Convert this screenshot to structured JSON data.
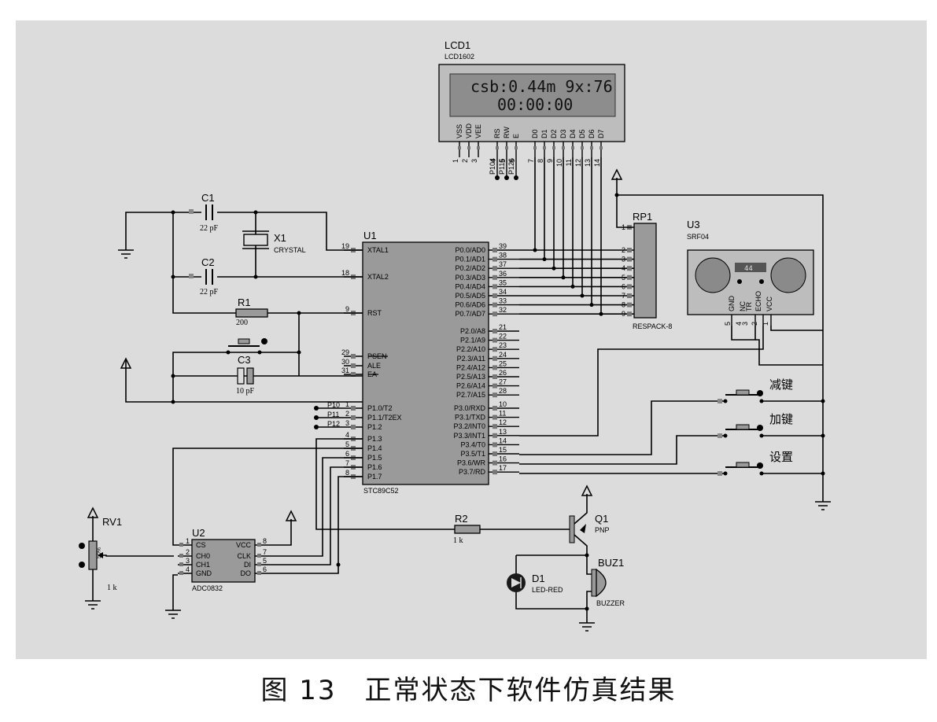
{
  "caption": "图 13　正常状态下软件仿真结果",
  "colors": {
    "canvas_bg": "#dcdcdc",
    "chip_fill": "#9a9a9a",
    "lcd_screen": "#8d8d8d",
    "wire": "#000000"
  },
  "lcd": {
    "ref": "LCD1",
    "model": "LCD1602",
    "line1": "csb:0.44m 9x:76",
    "line2": "00:00:00",
    "pins": [
      "VSS",
      "VDD",
      "VEE",
      "RS",
      "RW",
      "E",
      "D0",
      "D1",
      "D2",
      "D3",
      "D4",
      "D5",
      "D6",
      "D7"
    ],
    "pin_numbers": [
      "1",
      "2",
      "3",
      "4",
      "5",
      "6",
      "7",
      "8",
      "9",
      "10",
      "11",
      "12",
      "13",
      "14"
    ],
    "net_labels": [
      "P104",
      "P115",
      "P126"
    ]
  },
  "u1": {
    "ref": "U1",
    "model": "STC89C52",
    "left_pins": [
      {
        "num": "19",
        "name": "XTAL1"
      },
      {
        "num": "18",
        "name": "XTAL2"
      },
      {
        "num": "9",
        "name": "RST"
      },
      {
        "num": "29",
        "name": "PSEN"
      },
      {
        "num": "30",
        "name": "ALE"
      },
      {
        "num": "31",
        "name": "EA"
      },
      {
        "num": "1",
        "name": "P1.0/T2",
        "net": "P10"
      },
      {
        "num": "2",
        "name": "P1.1/T2EX",
        "net": "P11"
      },
      {
        "num": "3",
        "name": "P1.2",
        "net": "P12"
      },
      {
        "num": "4",
        "name": "P1.3"
      },
      {
        "num": "5",
        "name": "P1.4"
      },
      {
        "num": "6",
        "name": "P1.5"
      },
      {
        "num": "7",
        "name": "P1.6"
      },
      {
        "num": "8",
        "name": "P1.7"
      }
    ],
    "right_pins_p0": [
      {
        "num": "39",
        "name": "P0.0/AD0"
      },
      {
        "num": "38",
        "name": "P0.1/AD1"
      },
      {
        "num": "37",
        "name": "P0.2/AD2"
      },
      {
        "num": "36",
        "name": "P0.3/AD3"
      },
      {
        "num": "35",
        "name": "P0.4/AD4"
      },
      {
        "num": "34",
        "name": "P0.5/AD5"
      },
      {
        "num": "33",
        "name": "P0.6/AD6"
      },
      {
        "num": "32",
        "name": "P0.7/AD7"
      }
    ],
    "right_pins_p2": [
      {
        "num": "21",
        "name": "P2.0/A8"
      },
      {
        "num": "22",
        "name": "P2.1/A9"
      },
      {
        "num": "23",
        "name": "P2.2/A10"
      },
      {
        "num": "24",
        "name": "P2.3/A11"
      },
      {
        "num": "25",
        "name": "P2.4/A12"
      },
      {
        "num": "26",
        "name": "P2.5/A13"
      },
      {
        "num": "27",
        "name": "P2.6/A14"
      },
      {
        "num": "28",
        "name": "P2.7/A15"
      }
    ],
    "right_pins_p3": [
      {
        "num": "10",
        "name": "P3.0/RXD"
      },
      {
        "num": "11",
        "name": "P3.1/TXD"
      },
      {
        "num": "12",
        "name": "P3.2/INT0"
      },
      {
        "num": "13",
        "name": "P3.3/INT1"
      },
      {
        "num": "14",
        "name": "P3.4/T0"
      },
      {
        "num": "15",
        "name": "P3.5/T1"
      },
      {
        "num": "16",
        "name": "P3.6/WR"
      },
      {
        "num": "17",
        "name": "P3.7/RD"
      }
    ]
  },
  "c1": {
    "ref": "C1",
    "value": "22 pF"
  },
  "c2": {
    "ref": "C2",
    "value": "22 pF"
  },
  "x1": {
    "ref": "X1",
    "value": "CRYSTAL"
  },
  "r1": {
    "ref": "R1",
    "value": "200"
  },
  "c3": {
    "ref": "C3",
    "value": "10 pF"
  },
  "rp1": {
    "ref": "RP1",
    "model": "RESPACK-8",
    "pins": [
      "1",
      "2",
      "3",
      "4",
      "5",
      "6",
      "7",
      "8",
      "9"
    ]
  },
  "u3": {
    "ref": "U3",
    "model": "SRF04",
    "display": "44",
    "pins": [
      "GND",
      "NC",
      "TR",
      "ECHO",
      "VCC"
    ],
    "pin_numbers": [
      "5",
      "4",
      "3",
      "2",
      "1"
    ]
  },
  "buttons": [
    {
      "label": "减键"
    },
    {
      "label": "加键"
    },
    {
      "label": "设置"
    }
  ],
  "rv1": {
    "ref": "RV1",
    "value": "1 k",
    "display": "50%"
  },
  "u2": {
    "ref": "U2",
    "model": "ADC0832",
    "left_pins": [
      {
        "num": "1",
        "name": "CS"
      },
      {
        "num": "2",
        "name": "CH0"
      },
      {
        "num": "3",
        "name": "CH1"
      },
      {
        "num": "4",
        "name": "GND"
      }
    ],
    "right_pins": [
      {
        "num": "8",
        "name": "VCC"
      },
      {
        "num": "7",
        "name": "CLK"
      },
      {
        "num": "5",
        "name": "DI"
      },
      {
        "num": "6",
        "name": "DO"
      }
    ]
  },
  "r2": {
    "ref": "R2",
    "value": "1 k"
  },
  "q1": {
    "ref": "Q1",
    "model": "PNP"
  },
  "d1": {
    "ref": "D1",
    "model": "LED-RED"
  },
  "buz1": {
    "ref": "BUZ1",
    "model": "BUZZER"
  }
}
